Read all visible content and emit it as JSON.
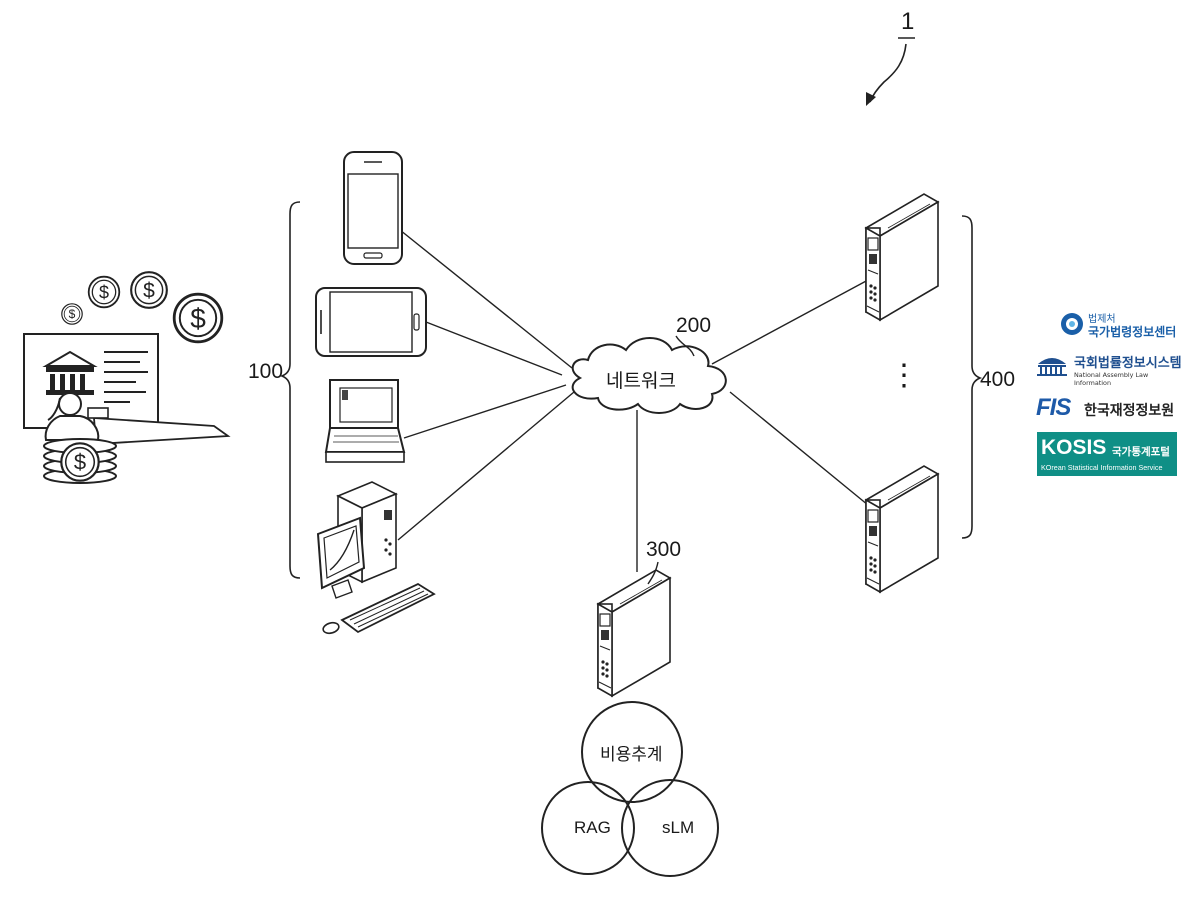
{
  "figure_ref": "1",
  "clients": {
    "ref": "100",
    "devices": [
      "smartphone-icon",
      "tablet-icon",
      "laptop-icon",
      "desktop-computer-icon"
    ]
  },
  "network": {
    "ref": "200",
    "label": "네트워크"
  },
  "main_server": {
    "ref": "300"
  },
  "venn": {
    "top": "비용추계",
    "left": "RAG",
    "right": "sLM"
  },
  "data_servers": {
    "ref": "400",
    "ellipsis": "⋮"
  },
  "user_illustration": {
    "icons": [
      "finance-user-icon",
      "dollar-coin-icon",
      "bank-building-icon"
    ]
  },
  "logos": {
    "moleg": {
      "small": "법제처",
      "main": "국가법령정보센터",
      "color": "#1a5fa8"
    },
    "nals": {
      "main": "국회법률정보시스템",
      "sub": "National Assembly Law Information",
      "color": "#1f4f8f"
    },
    "fis": {
      "mark": "FIS",
      "main": "한국재정정보원",
      "color": "#1e5aa8"
    },
    "kosis": {
      "mark": "KOSIS",
      "main": "국가통계포털",
      "sub": "KOrean Statistical Information Service",
      "color": "#0f8f86"
    }
  }
}
